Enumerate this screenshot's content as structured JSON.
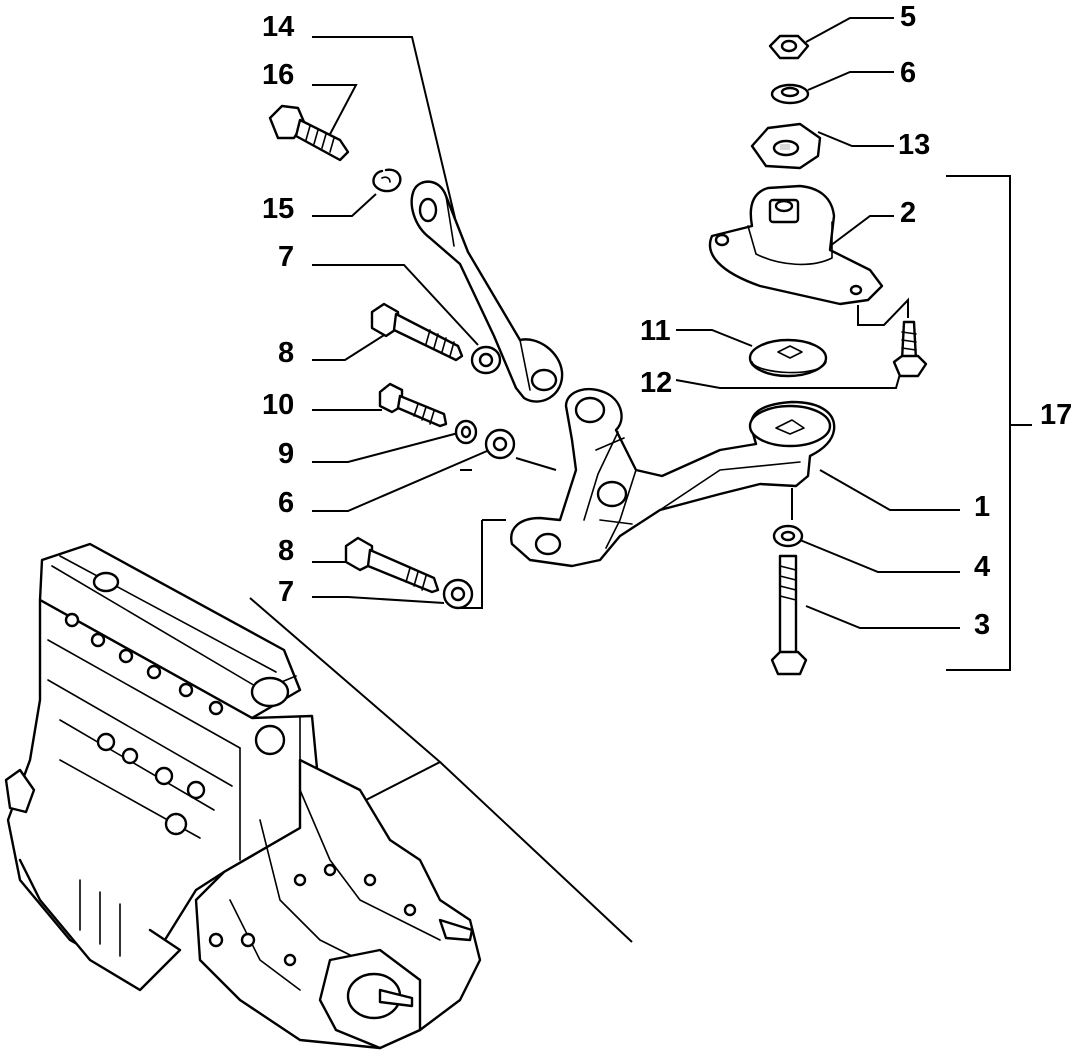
{
  "callouts": {
    "c14": "14",
    "c16": "16",
    "c15": "15",
    "c7a": "7",
    "c8a": "8",
    "c10": "10",
    "c9": "9",
    "c6a": "6",
    "c8b": "8",
    "c7b": "7",
    "c5": "5",
    "c6b": "6",
    "c13": "13",
    "c2": "2",
    "c11": "11",
    "c12": "12",
    "c17": "17",
    "c1": "1",
    "c4": "4",
    "c3": "3"
  },
  "colors": {
    "line": "#000000",
    "background": "#ffffff",
    "shade": "#d8d8d8"
  }
}
